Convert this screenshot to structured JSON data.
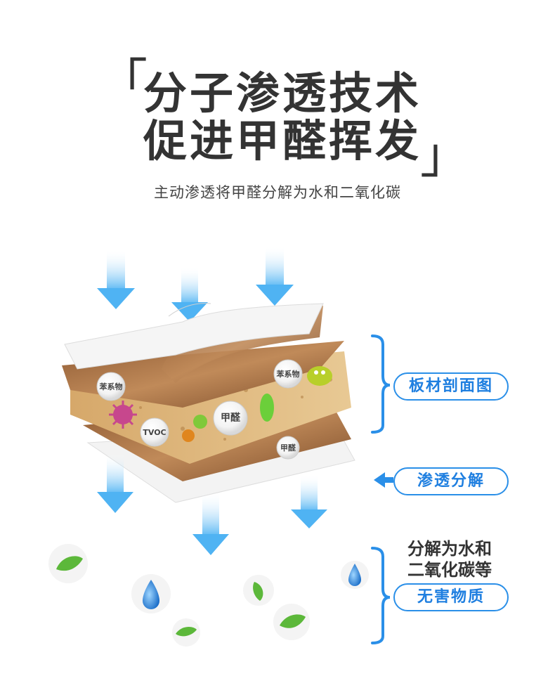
{
  "header": {
    "open_bracket": "「",
    "line1": "分子渗透技术",
    "line2": "促进甲醛挥发",
    "close_bracket": "」",
    "subtitle": "主动渗透将甲醛分解为水和二氧化碳"
  },
  "callouts": {
    "board_section": "板材剖面图",
    "penetrate": "渗透分解",
    "result_line1": "分解为水和",
    "result_line2": "二氧化碳等",
    "harmless": "无害物质"
  },
  "bubbles": {
    "benzene_left": "苯系物",
    "benzene_right": "苯系物",
    "tvoc": "TVOC",
    "formaldehyde_center": "甲醛",
    "formaldehyde_right": "甲醛"
  },
  "colors": {
    "accent_blue": "#2a8fe8",
    "arrow_blue": "#6cc0f5",
    "wood": "#b07a4a",
    "particle_board": "#d9b27a",
    "leaf_green": "#5cb83a",
    "drop_blue": "#2f86d8"
  },
  "icons": [
    "down-arrow-icon",
    "left-arrow-icon",
    "bracket-icon",
    "bacteria-icon",
    "leaf-icon",
    "water-drop-icon"
  ]
}
